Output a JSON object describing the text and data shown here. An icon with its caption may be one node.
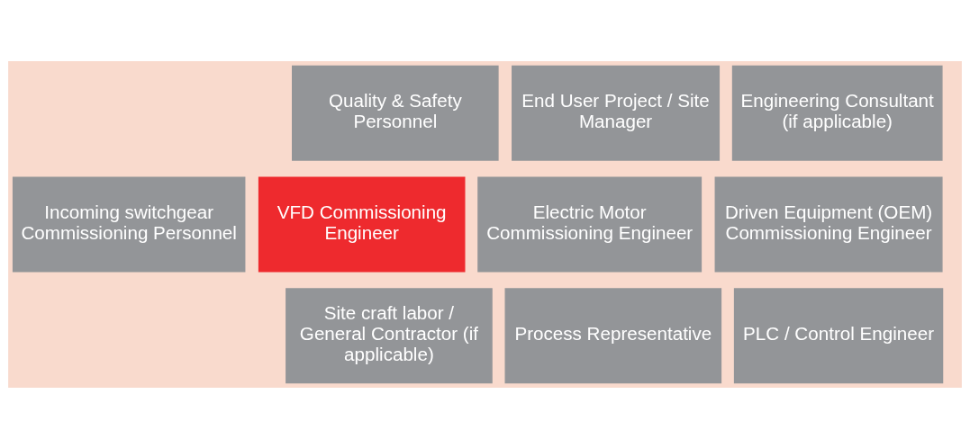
{
  "diagram": {
    "nodes": [
      {
        "text": [
          "Quality & Safety Personnel"
        ]
      },
      {
        "text": [
          "End User Project / Site Manager"
        ]
      },
      {
        "text": [
          "Engineering Consultant (if applicable)"
        ]
      },
      {
        "text": [
          "Incoming switchgear Commissioning Personnel"
        ]
      },
      {
        "text": [
          "VFD Commissioning Engineer"
        ]
      },
      {
        "text": [
          "Electric Motor Commissioning Engineer"
        ]
      },
      {
        "text": [
          "Driven Equipment (OEM) Commissioning Engineer"
        ]
      },
      {
        "text": [
          "Site craft labor / General Contractor (if applicable)"
        ]
      },
      {
        "text": [
          "Process Representative"
        ]
      },
      {
        "text": [
          "PLC / Control Engineer"
        ]
      }
    ],
    "edges": []
  }
}
